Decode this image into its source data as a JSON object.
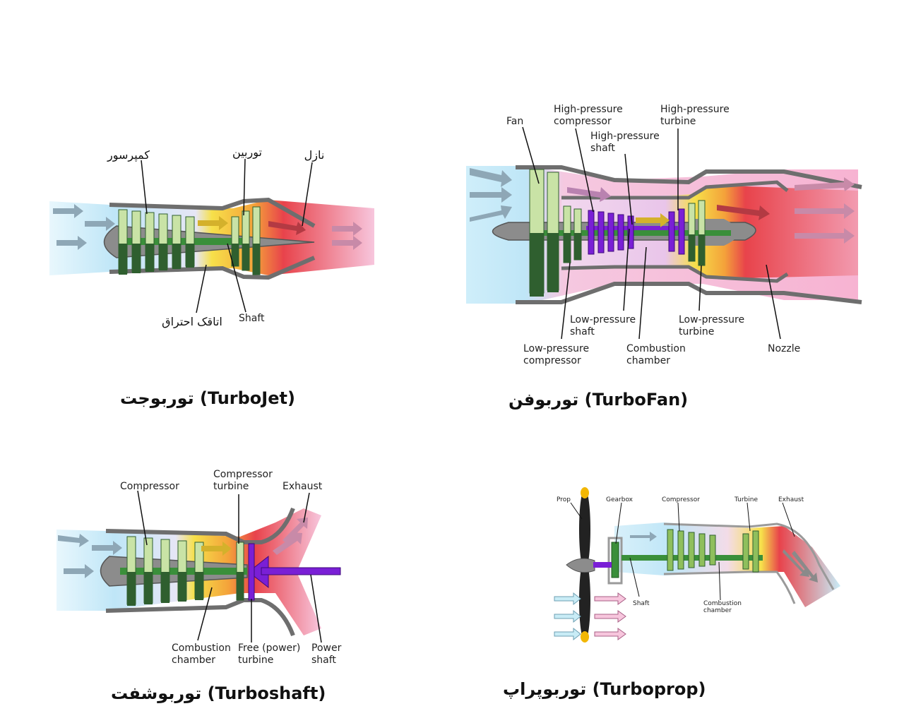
{
  "turbojet": {
    "caption": "توربوجت (TurboJet)",
    "labels": {
      "compressor": "کمپرسور",
      "turbine": "توربین",
      "nozzle": "نازل",
      "combustion": "اتاقک احتراق",
      "shaft": "Shaft"
    }
  },
  "turbofan": {
    "caption": "توربوفن (TurboFan)",
    "labels": {
      "fan": "Fan",
      "hp_compressor_1": "High-pressure",
      "hp_compressor_2": "compressor",
      "hp_turbine_1": "High-pressure",
      "hp_turbine_2": "turbine",
      "hp_shaft_1": "High-pressure",
      "hp_shaft_2": "shaft",
      "lp_shaft_1": "Low-pressure",
      "lp_shaft_2": "shaft",
      "lp_turbine_1": "Low-pressure",
      "lp_turbine_2": "turbine",
      "lp_compressor_1": "Low-pressure",
      "lp_compressor_2": "compressor",
      "combustion_1": "Combustion",
      "combustion_2": "chamber",
      "nozzle": "Nozzle"
    }
  },
  "turboshaft": {
    "caption": "توربوشفت (Turboshaft)",
    "labels": {
      "compressor": "Compressor",
      "comp_turbine_1": "Compressor",
      "comp_turbine_2": "turbine",
      "exhaust": "Exhaust",
      "combustion_1": "Combustion",
      "combustion_2": "chamber",
      "free_turbine_1": "Free (power)",
      "free_turbine_2": "turbine",
      "power_shaft_1": "Power",
      "power_shaft_2": "shaft"
    }
  },
  "turboprop": {
    "caption": "توربوپراپ (Turboprop)",
    "labels": {
      "prop": "Prop",
      "gearbox": "Gearbox",
      "compressor": "Compressor",
      "turbine": "Turbine",
      "exhaust": "Exhaust",
      "shaft": "Shaft",
      "combustion_1": "Combustion",
      "combustion_2": "chamber"
    }
  },
  "colors": {
    "intake": "#bfe6f7",
    "combustion": "#f6e04a",
    "exhaust": "#f4a3c8",
    "hot": "#e8434b",
    "blade_dark": "#2f5f2f",
    "blade_light": "#c9e3a6",
    "casing": "#6e6e6e",
    "shaft_green": "#3a8f3a",
    "shaft_purple": "#7a1fd6"
  }
}
